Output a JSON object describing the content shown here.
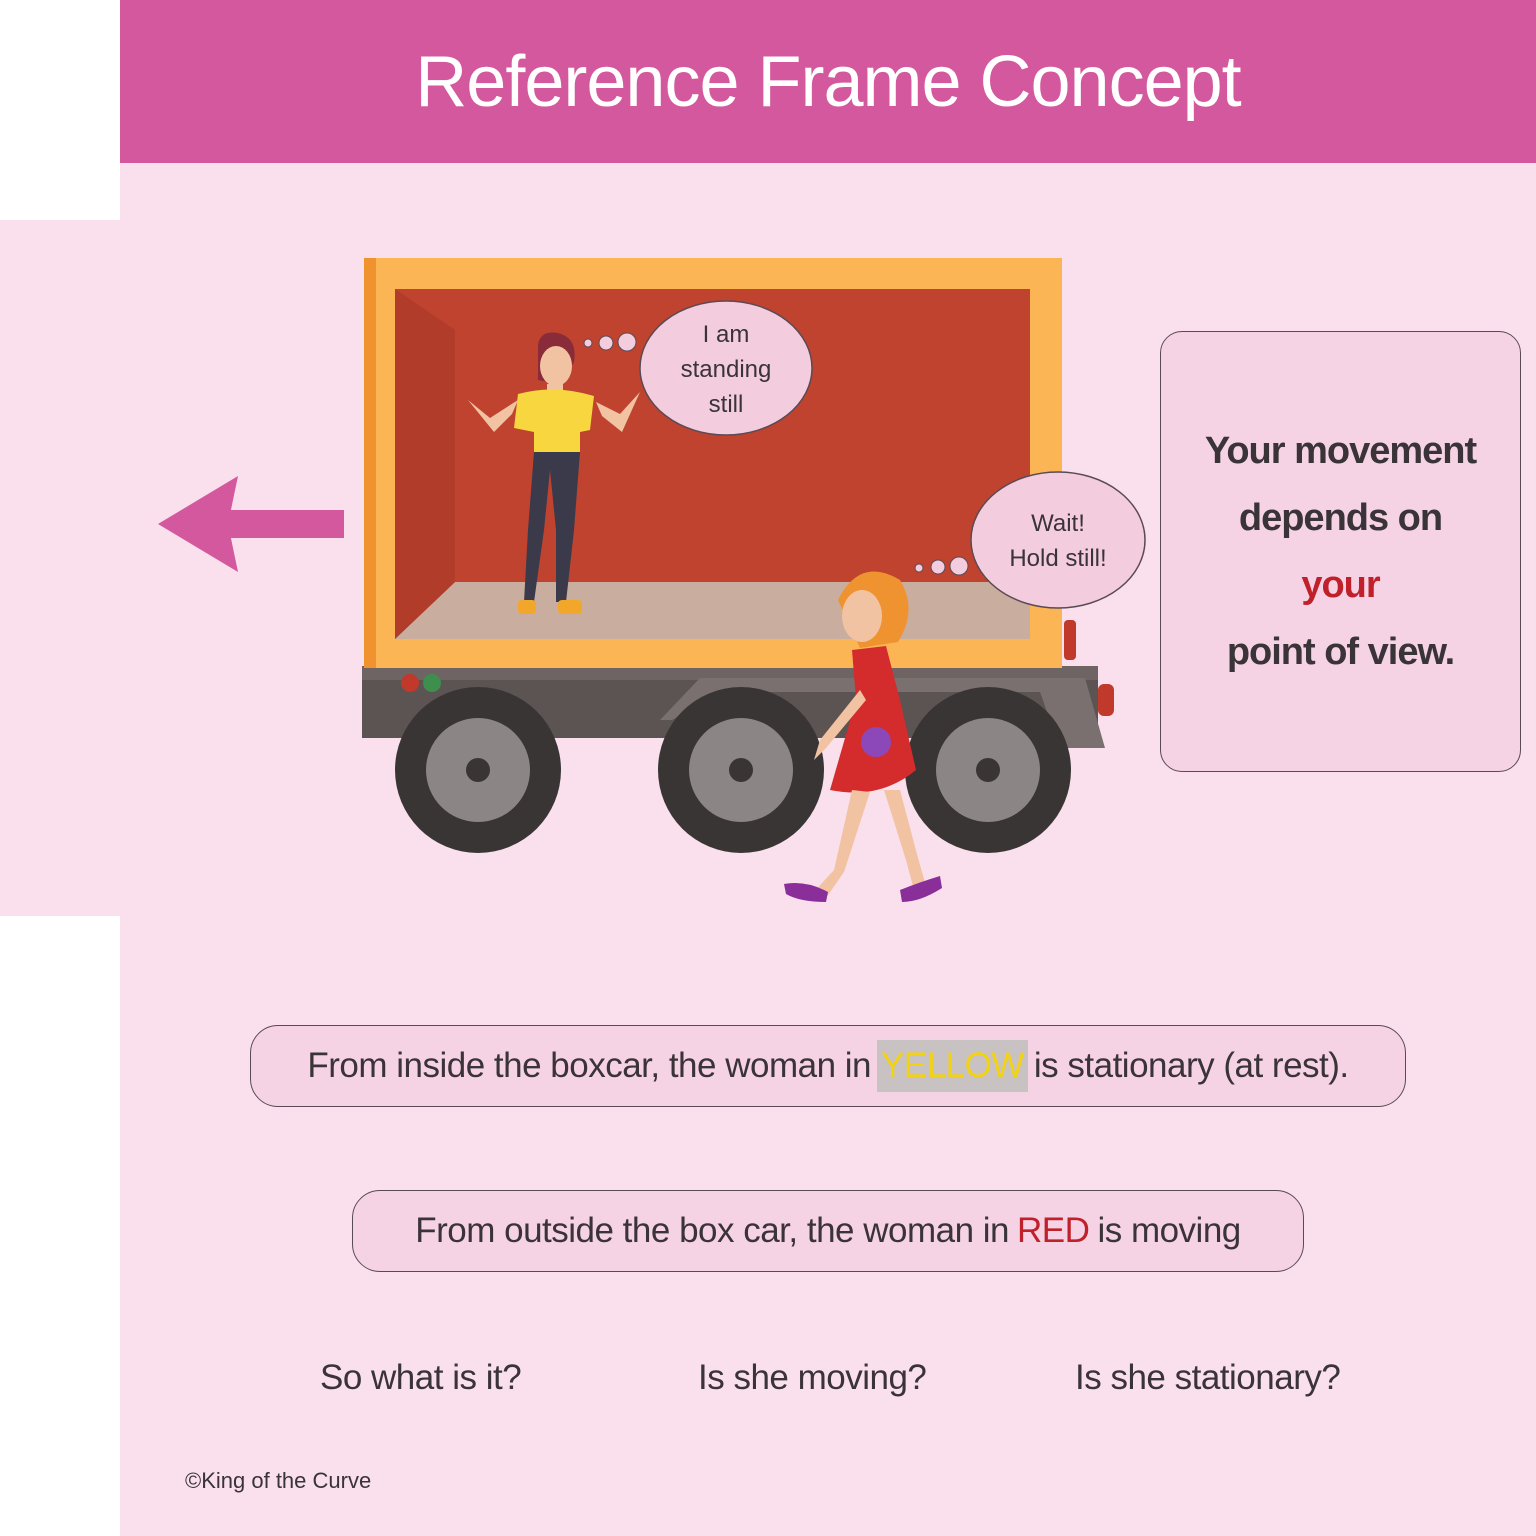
{
  "title": "Reference Frame Concept",
  "bubbles": {
    "yellow_woman": [
      "I am",
      "standing",
      "still"
    ],
    "red_woman": [
      "Wait!",
      "Hold still!"
    ]
  },
  "info_box": {
    "line1": "Your movement",
    "line2": "depends on",
    "line3": "your",
    "line4": "point of view."
  },
  "statements": {
    "inside": {
      "before": "From inside the boxcar, the woman in",
      "highlight": "YELLOW",
      "after": "is stationary (at rest)."
    },
    "outside": {
      "before": "From outside the box car, the woman in",
      "highlight": "RED",
      "after": "is moving"
    }
  },
  "questions": [
    "So what is it?",
    "Is she moving?",
    "Is she stationary?"
  ],
  "copyright": "©King of the Curve",
  "colors": {
    "header": "#d4589e",
    "background": "#f9e0ec",
    "truck_frame": "#fbb555",
    "truck_interior": "#bf432f",
    "arrow": "#d4589e",
    "highlight_yellow": "#f3d311",
    "highlight_red": "#c0202a"
  },
  "icons": {
    "arrow": "left-arrow-icon",
    "truck": "boxcar-truck",
    "person_yellow": "woman-yellow-shirt",
    "person_red": "woman-red-dress"
  }
}
